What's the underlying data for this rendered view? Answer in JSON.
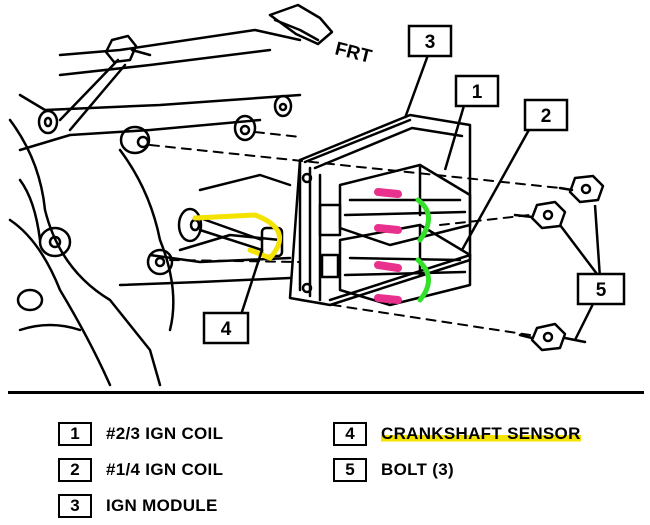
{
  "diagram": {
    "direction_label": "FRT",
    "callouts": [
      "3",
      "1",
      "2",
      "4",
      "5"
    ]
  },
  "legend": [
    {
      "number": "1",
      "label": "#2/3 IGN COIL"
    },
    {
      "number": "2",
      "label": "#1/4 IGN COIL"
    },
    {
      "number": "3",
      "label": "IGN MODULE"
    },
    {
      "number": "4",
      "label": "CRANKSHAFT SENSOR"
    },
    {
      "number": "5",
      "label": "BOLT (3)"
    }
  ],
  "colors": {
    "line": "#000000",
    "coil_terminal": "#e8308c",
    "coil_highlight": "#33e02a",
    "sensor_highlight": "#f4e200"
  }
}
